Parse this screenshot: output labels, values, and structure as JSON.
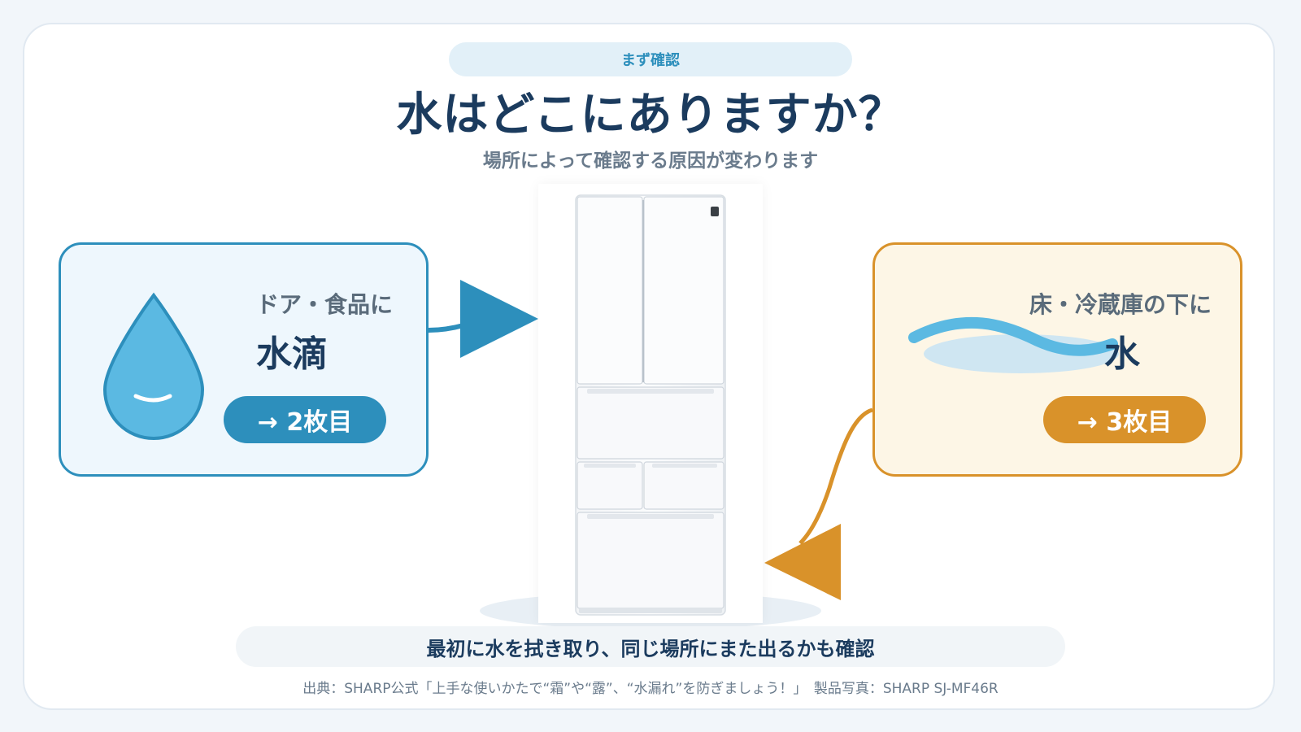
{
  "header": {
    "badge": "まず確認",
    "title": "水はどこにありますか？",
    "subtitle": "場所によって確認する原因が変わります"
  },
  "left_panel": {
    "label": "ドア・食品に",
    "big": "水滴",
    "button": "→ 2枚目",
    "color": "#2d8fbc",
    "icon": "water-drop-icon"
  },
  "right_panel": {
    "label": "床・冷蔵庫の下に",
    "big": "水",
    "button": "→ 3枚目",
    "color": "#d9922a",
    "icon": "water-puddle-icon"
  },
  "bottom": {
    "note": "最初に水を拭き取り、同じ場所にまた出るかも確認",
    "source": "出典：SHARP公式「上手な使いかたで“霜”や“露”、“水漏れ”を防ぎましょう！」　製品写真：SHARP SJ-MF46R"
  }
}
